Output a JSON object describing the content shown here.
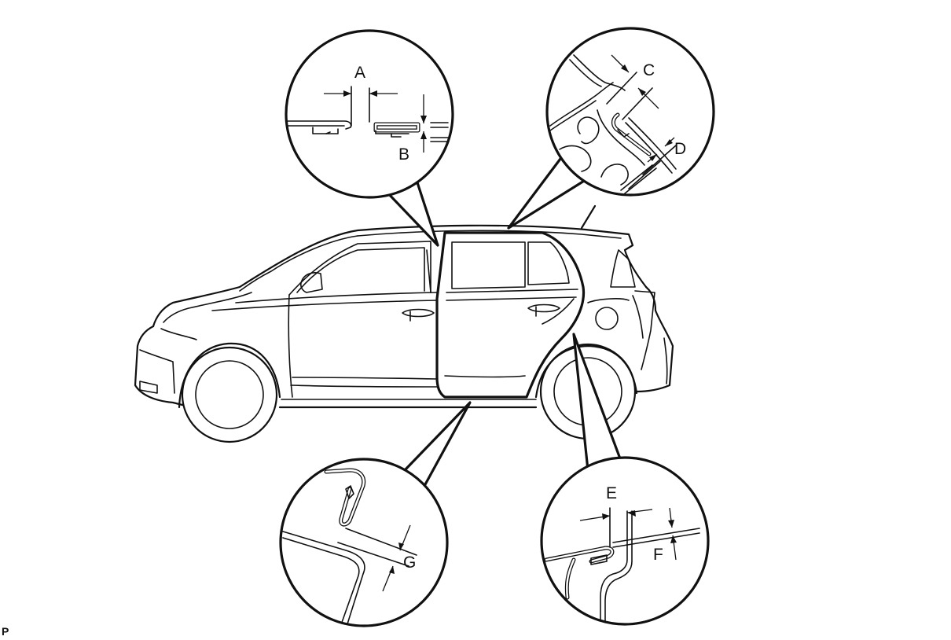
{
  "diagram": {
    "labels": {
      "a": "A",
      "b": "B",
      "c": "C",
      "d": "D",
      "e": "E",
      "f": "F",
      "g": "G"
    },
    "reference_code": "P"
  }
}
